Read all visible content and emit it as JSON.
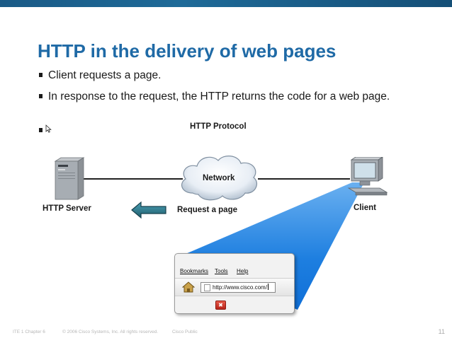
{
  "slide": {
    "title": "HTTP in the delivery of web pages",
    "bullets": [
      {
        "text": "Client requests a page."
      },
      {
        "text": "In response to the request, the HTTP returns the code for a web page."
      },
      {
        "text": ""
      }
    ]
  },
  "diagram": {
    "protocol_label": "HTTP Protocol",
    "network_label": "Network",
    "server_label": "HTTP Server",
    "client_label": "Client",
    "request_label": "Request a page"
  },
  "browser": {
    "menu": [
      "Bookmarks",
      "Tools",
      "Help"
    ],
    "url": "http://www.cisco.com/",
    "stop_symbol": "✖"
  },
  "footer": {
    "course": "ITE 1 Chapter 6",
    "copyright": "© 2006 Cisco Systems, Inc. All rights reserved.",
    "classification": "Cisco Public",
    "page_number": "11"
  },
  "colors": {
    "title": "#1f6aa6",
    "top_bar": "#1a5a86",
    "beam": "#1e7fe0",
    "arrow": "#2f7d8f"
  },
  "icons": [
    "cursor-arrow-icon",
    "server-icon",
    "cloud-icon",
    "monitor-icon",
    "left-arrow-icon",
    "home-icon",
    "page-icon",
    "stop-icon"
  ]
}
